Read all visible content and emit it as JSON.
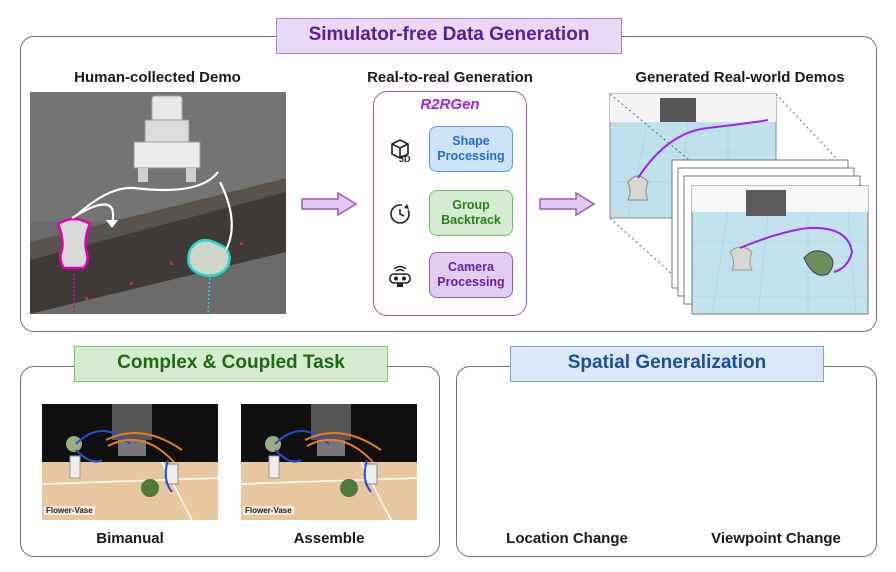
{
  "top": {
    "banner": "Simulator-free Data Generation",
    "human_demo_label": "Human-collected Demo",
    "r2r_label": "Real-to-real Generation",
    "generated_label": "Generated Real-world Demos",
    "r2rgen": {
      "title": "R2RGen",
      "steps": [
        {
          "label_line1": "Shape",
          "label_line2": "Processing",
          "icon": "cube-3d-icon"
        },
        {
          "label_line1": "Group",
          "label_line2": "Backtrack",
          "icon": "clock-rewind-icon"
        },
        {
          "label_line1": "Camera",
          "label_line2": "Processing",
          "icon": "camera-sensor-icon"
        }
      ]
    }
  },
  "bottom_left": {
    "banner": "Complex & Coupled Task",
    "images": [
      {
        "overlay": "Flower-Vase",
        "caption": "Bimanual"
      },
      {
        "overlay": "Flower-Vase",
        "caption": "Assemble"
      }
    ]
  },
  "bottom_right": {
    "banner": "Spatial Generalization",
    "captions": [
      "Location Change",
      "Viewpoint Change"
    ]
  },
  "colors": {
    "purple_accent": "#a020f0",
    "green_banner_bg": "#d5ecd0",
    "blue_banner_bg": "#dbe8f8",
    "purple_banner_bg": "#ead9f6",
    "shape_btn": "#cfe3f8",
    "group_btn": "#d4edd0",
    "camera_btn": "#e0cdf0"
  }
}
